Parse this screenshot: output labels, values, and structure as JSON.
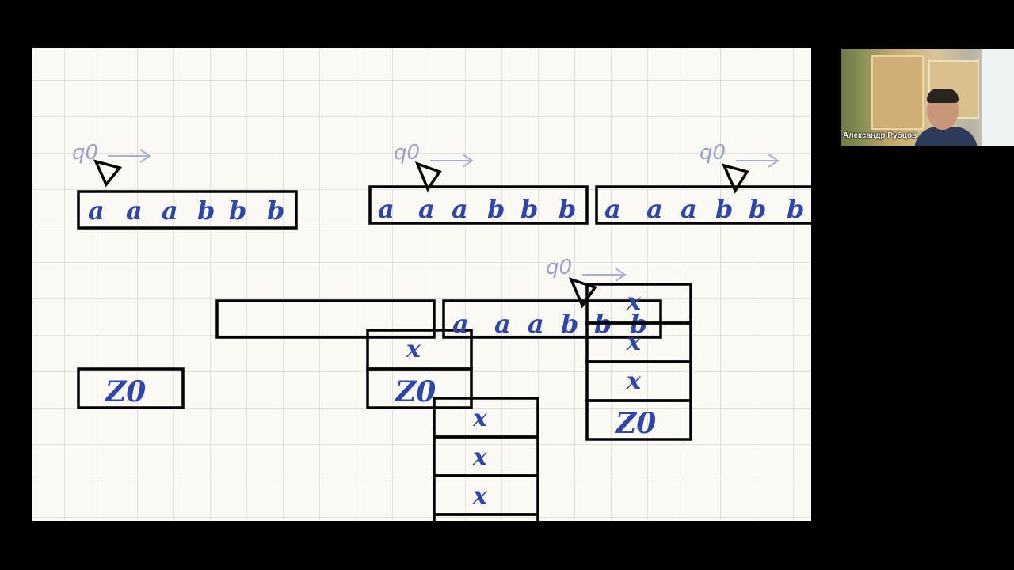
{
  "whiteboard": {
    "tapes": [
      {
        "state_label": "q0",
        "symbols": [
          "a",
          "a",
          "a",
          "b",
          "b",
          "b"
        ]
      },
      {
        "state_label": "q0",
        "symbols": [
          "a",
          "a",
          "a",
          "b",
          "b",
          "b"
        ]
      },
      {
        "state_label": "q0",
        "symbols": [
          "a",
          "a",
          "a",
          "b",
          "b",
          "b"
        ]
      },
      {
        "state_label": "q0",
        "symbols": [
          "a",
          "a",
          "a",
          "b",
          "b",
          "b"
        ]
      }
    ],
    "stacks": [
      {
        "cells": [
          "Z0"
        ]
      },
      {
        "cells": [
          "x",
          "Z0"
        ]
      },
      {
        "cells": [
          "x",
          "x",
          "x"
        ]
      },
      {
        "cells": [
          "x",
          "x",
          "x",
          "Z0"
        ]
      }
    ]
  },
  "participant": {
    "name": "Александр Рубцов"
  },
  "colors": {
    "ink": "#2f46a8",
    "pencil": "#9aa2c8",
    "board": "#fbf9f4",
    "background": "#000000"
  }
}
